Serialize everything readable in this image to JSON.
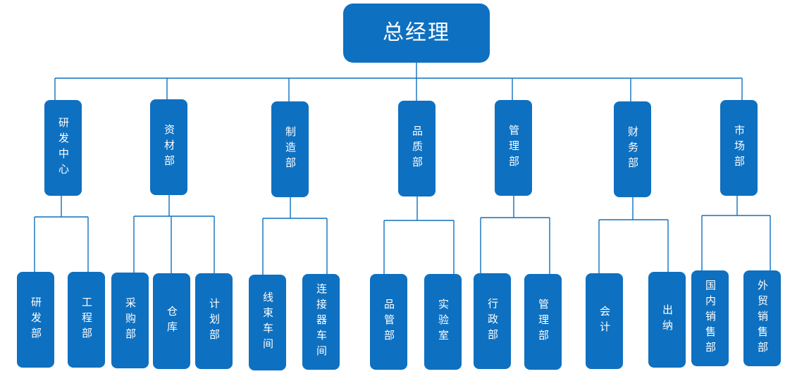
{
  "org": {
    "root": {
      "label": "总经理"
    },
    "departments": [
      {
        "label": "研发中心",
        "children": [
          {
            "label": "研发部"
          },
          {
            "label": "工程部"
          }
        ]
      },
      {
        "label": "资材部",
        "children": [
          {
            "label": "采购部"
          },
          {
            "label": "仓库"
          },
          {
            "label": "计划部"
          }
        ]
      },
      {
        "label": "制造部",
        "children": [
          {
            "label": "线束车间"
          },
          {
            "label": "连接器车间"
          }
        ]
      },
      {
        "label": "品质部",
        "children": [
          {
            "label": "品管部"
          },
          {
            "label": "实验室"
          }
        ]
      },
      {
        "label": "管理部",
        "children": [
          {
            "label": "行政部"
          },
          {
            "label": "管理部"
          }
        ]
      },
      {
        "label": "财务部",
        "children": [
          {
            "label": "会计"
          },
          {
            "label": "出纳"
          }
        ]
      },
      {
        "label": "市场部",
        "children": [
          {
            "label": "国内销售部"
          },
          {
            "label": "外贸销售部"
          }
        ]
      }
    ]
  },
  "colors": {
    "node_fill": "#0E70C0",
    "node_text": "#FFFFFF",
    "connector": "#0E70C0"
  }
}
